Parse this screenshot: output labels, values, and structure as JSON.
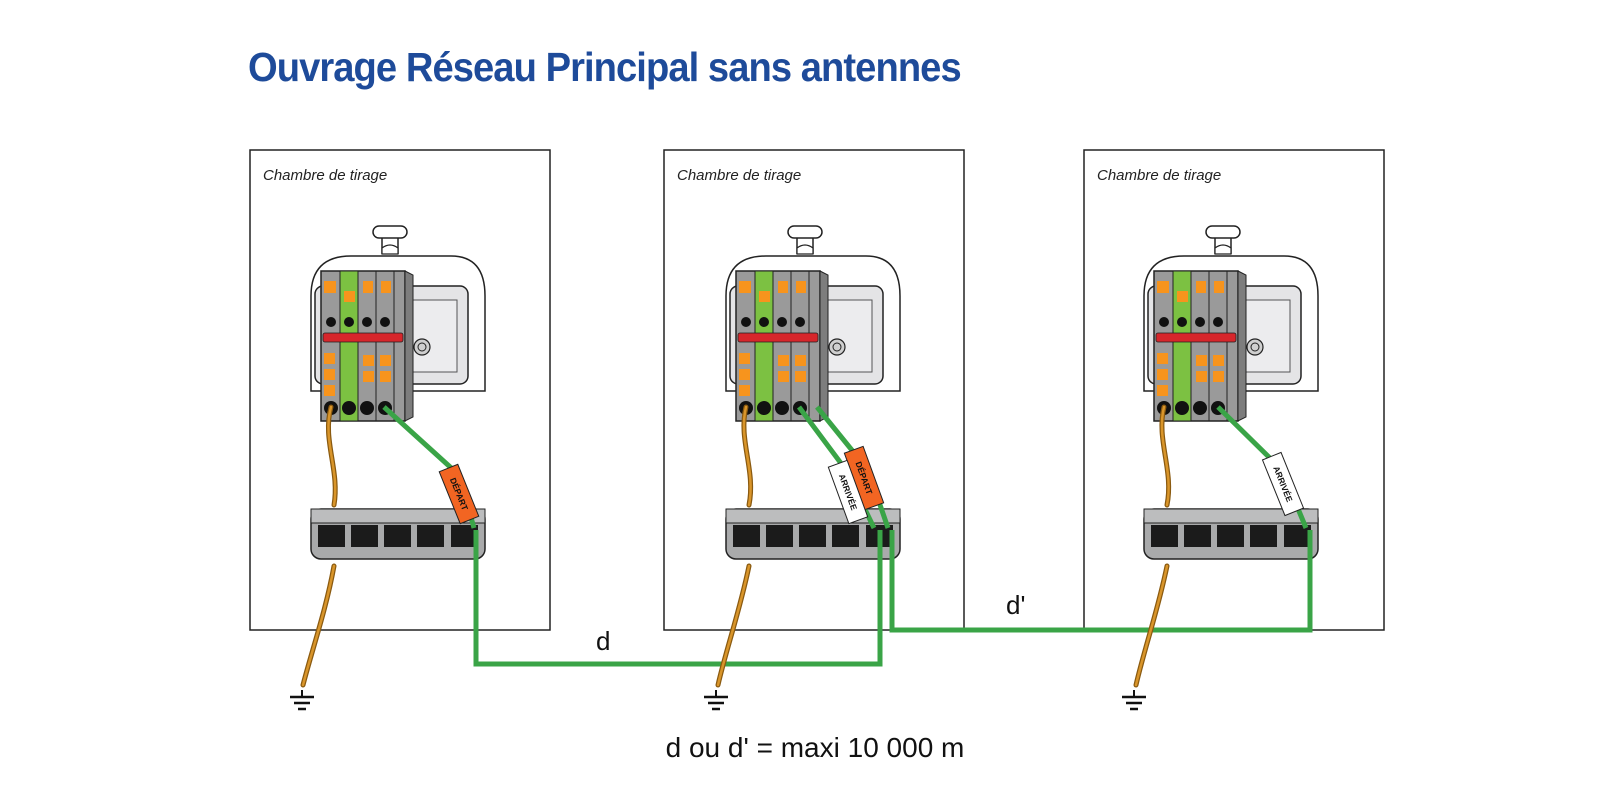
{
  "title": "Ouvrage Réseau Principal sans antennes",
  "chambers": [
    {
      "label": "Chambre de tirage",
      "tags": [
        "DÉPART"
      ]
    },
    {
      "label": "Chambre de tirage",
      "tags": [
        "DÉPART",
        "ARRIVÉE"
      ]
    },
    {
      "label": "Chambre de tirage",
      "tags": [
        "ARRIVÉE"
      ]
    }
  ],
  "links": [
    {
      "label": "d"
    },
    {
      "label": "d'"
    }
  ],
  "footnote": "d ou d' = maxi 10 000 m",
  "colors": {
    "title": "#1e4b9a",
    "earth_wire": "#c8861e",
    "cable": "#3aa447",
    "depart_tag": "#f26522",
    "arrivee_tag": "#ffffff",
    "terminal_orange": "#f7941d",
    "terminal_green": "#7cc142",
    "bus_red": "#d7262b",
    "housing_bar": "#a9aaab",
    "port": "#1b1b1b"
  },
  "icons": [
    "ground-symbol-icon"
  ]
}
